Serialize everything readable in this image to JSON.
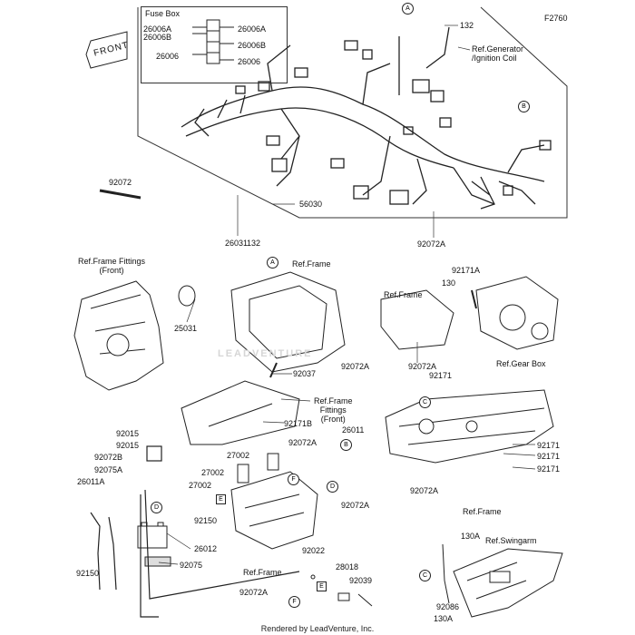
{
  "figure_code": "F2760",
  "fuse_box": {
    "title": "Fuse Box",
    "left_labels": [
      "26006A",
      "26006B",
      "26006"
    ],
    "right_labels": [
      "26006A",
      "26006B",
      "26006"
    ]
  },
  "front_tag": "FRONT",
  "callouts": {
    "c132_top": "132",
    "ref_generator": "Ref.Generator\n/Ignition Coil",
    "c92072": "92072",
    "c26031": "26031",
    "c56030": "56030",
    "c92072A_top": "92072A",
    "c132_mid": "132",
    "ref_frame_fittings_front": "Ref.Frame Fittings\n(Front)",
    "ref_frame_mid": "Ref.Frame",
    "c25031": "25031",
    "c92171A": "92171A",
    "c130": "130",
    "ref_frame_right": "Ref.Frame",
    "c92072A_r1": "92072A",
    "c92072A_r2": "92072A",
    "ref_gear_box": "Ref.Gear Box",
    "c92037": "92037",
    "ref_frame_fittings_front2": "Ref.Frame\nFittings\n(Front)",
    "c92171B": "92171B",
    "c26011": "26011",
    "c92171_a": "92171",
    "c92171_b": "92171",
    "c92171_c": "92171",
    "c92171_d": "92171",
    "c92015_a": "92015",
    "c92015_b": "92015",
    "c92072B": "92072B",
    "c92075A": "92075A",
    "c26011A": "26011A",
    "c27002_a": "27002",
    "c27002_b": "27002",
    "c27002_c": "27002",
    "c92072A_mid": "92072A",
    "c92072A_lower_a": "92072A",
    "c92072A_lower_b": "92072A",
    "ref_frame_lower": "Ref.Frame",
    "c92150_a": "92150",
    "c92150_b": "92150",
    "c26012": "26012",
    "c92075": "92075",
    "c92022": "92022",
    "c28018": "28018",
    "c92039": "92039",
    "ref_frame_bottom": "Ref.Frame",
    "c92072A_bottom": "92072A",
    "c130A_a": "130A",
    "c130A_b": "130A",
    "ref_swingarm": "Ref.Swingarm",
    "c92086": "92086"
  },
  "markers": {
    "A": "A",
    "B": "B",
    "C": "C",
    "D": "D",
    "E": "E",
    "F": "F"
  },
  "watermark": "LEADVENTURE",
  "footer": "Rendered by LeadVenture, Inc."
}
